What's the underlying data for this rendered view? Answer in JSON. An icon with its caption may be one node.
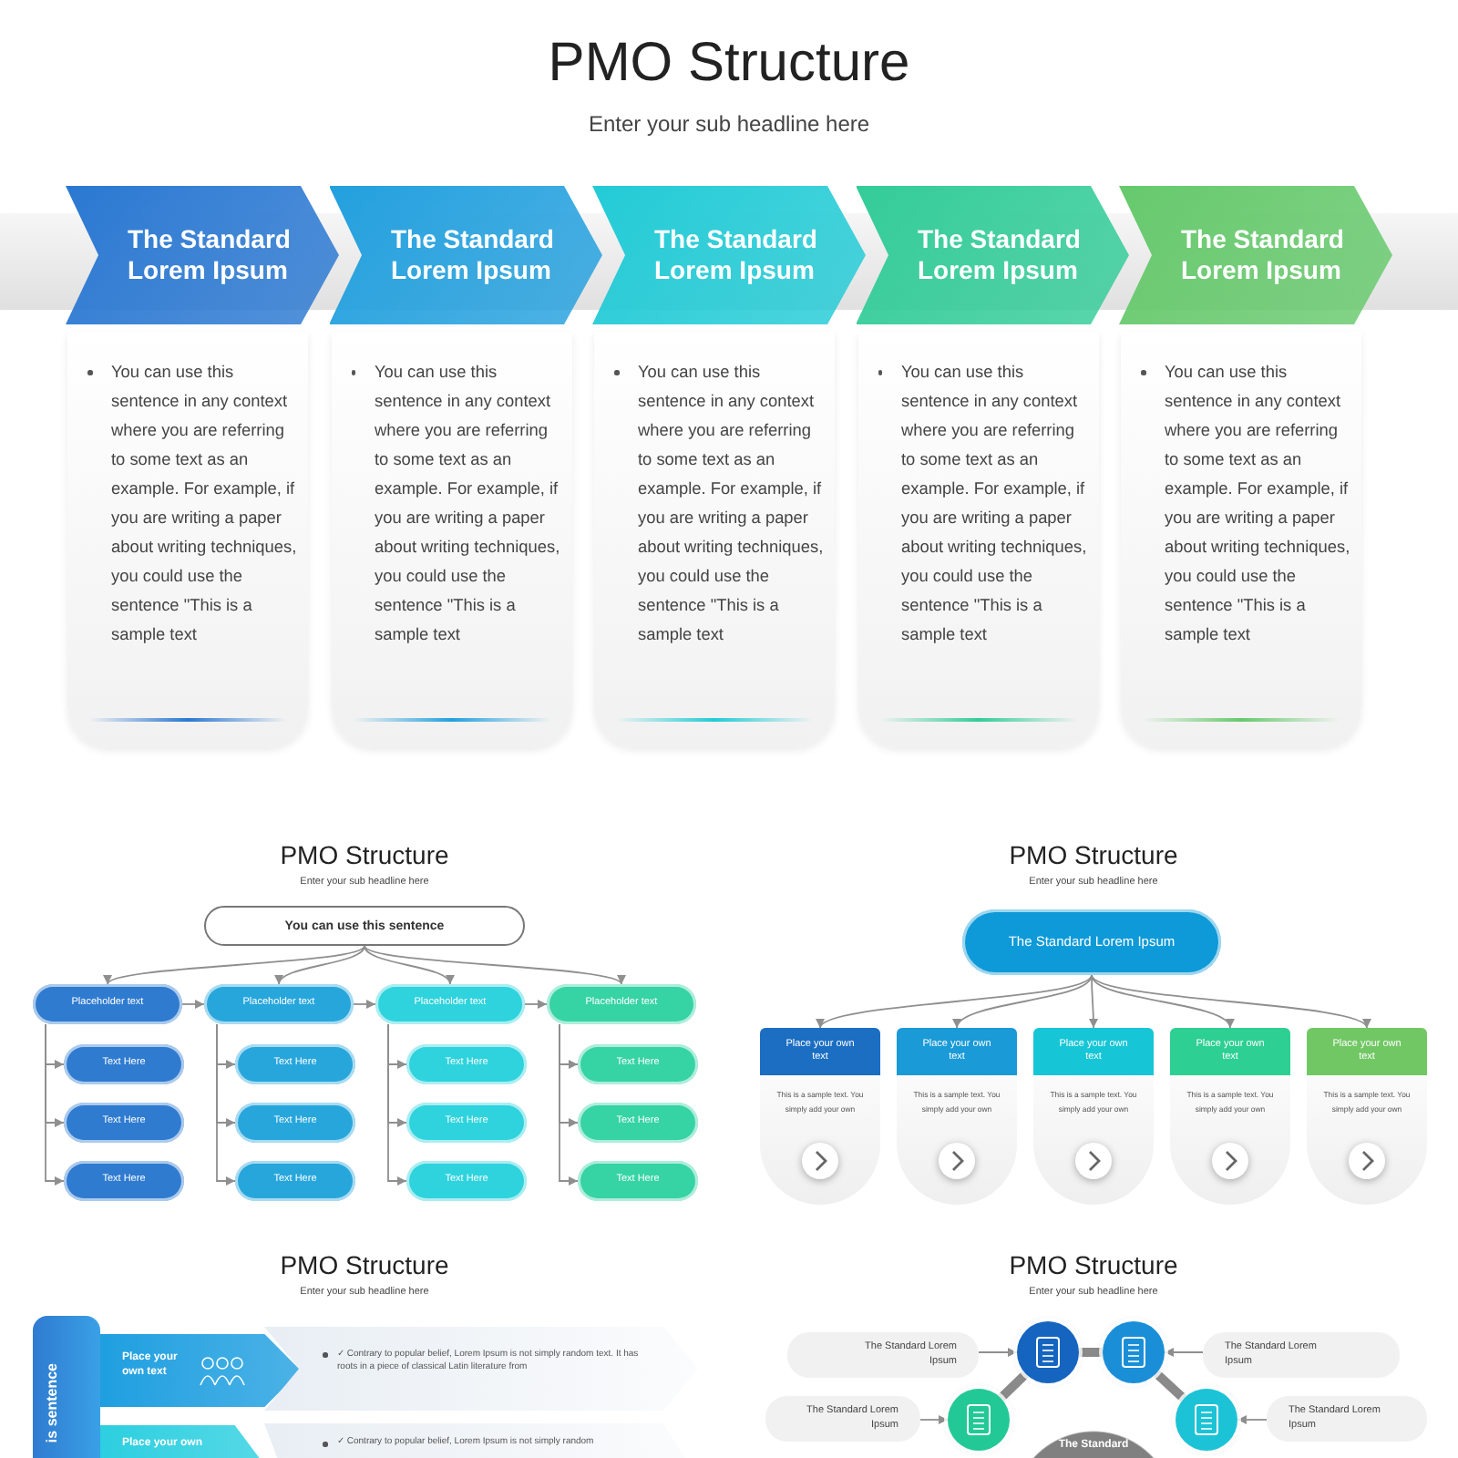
{
  "diagram": {
    "title": "PMO Structure",
    "nodes": [
      {
        "text": [
          "The Standard Lorem Ipsum"
        ]
      },
      {
        "text": [
          "The Standard Lorem Ipsum"
        ]
      },
      {
        "text": [
          "The Standard Lorem Ipsum"
        ]
      },
      {
        "text": [
          "The Standard Lorem Ipsum"
        ]
      },
      {
        "text": [
          "The Standard Lorem Ipsum"
        ]
      },
      {
        "text": [
          "You can use this sentence in any context where you are referring to some text as an example. For example, if you are writing a paper about writing techniques, you could use the sentence \"This is a sample text"
        ]
      },
      {
        "text": [
          "You can use this sentence in any context where you are referring to some text as an example. For example, if you are writing a paper about writing techniques, you could use the sentence \"This is a sample text"
        ]
      },
      {
        "text": [
          "You can use this sentence in any context where you are referring to some text as an example. For example, if you are writing a paper about writing techniques, you could use the sentence \"This is a sample text"
        ]
      },
      {
        "text": [
          "You can use this sentence in any context where you are referring to some text as an example. For example, if you are writing a paper about writing techniques, you could use the sentence \"This is a sample text"
        ]
      },
      {
        "text": [
          "You can use this sentence in any context where you are referring to some text as an example. For example, if you are writing a paper about writing techniques, you could use the sentence \"This is a sample text"
        ]
      },
      {
        "text": [
          "You can use this sentence"
        ]
      },
      {
        "text": [
          "Placeholder text"
        ]
      },
      {
        "text": [
          "Placeholder text"
        ]
      },
      {
        "text": [
          "Placeholder text"
        ]
      },
      {
        "text": [
          "Placeholder text"
        ]
      },
      {
        "text": [
          "Text Here"
        ]
      },
      {
        "text": [
          "Text Here"
        ]
      },
      {
        "text": [
          "Text Here"
        ]
      },
      {
        "text": [
          "Text Here"
        ]
      },
      {
        "text": [
          "Text Here"
        ]
      },
      {
        "text": [
          "Text Here"
        ]
      },
      {
        "text": [
          "Text Here"
        ]
      },
      {
        "text": [
          "Text Here"
        ]
      },
      {
        "text": [
          "Text Here"
        ]
      },
      {
        "text": [
          "Text Here"
        ]
      },
      {
        "text": [
          "Text Here"
        ]
      },
      {
        "text": [
          "Text Here"
        ]
      },
      {
        "text": [
          "The Standard Lorem Ipsum"
        ]
      },
      {
        "text": [
          "Place your own text",
          "This is a sample text. You simply add your own"
        ]
      },
      {
        "text": [
          "Place your own text",
          "This is a sample text. You simply add your own"
        ]
      },
      {
        "text": [
          "Place your own text",
          "This is a sample text. You simply add your own"
        ]
      },
      {
        "text": [
          "Place your own text",
          "This is a sample text. You simply add your own"
        ]
      },
      {
        "text": [
          "Place your own text",
          "This is a sample text. You simply add your own"
        ]
      },
      {
        "text": [
          "is sentence"
        ]
      },
      {
        "text": [
          "Place your own text"
        ]
      },
      {
        "text": [
          "✓ Contrary to popular belief, Lorem Ipsum is not simply random text. It has roots in a piece of classical Latin literature from"
        ]
      },
      {
        "text": [
          "Place your own"
        ]
      },
      {
        "text": [
          "✓ Contrary to popular belief, Lorem Ipsum is not simply random"
        ]
      },
      {
        "text": [
          "The Standard Lorem Ipsum"
        ]
      },
      {
        "text": [
          "The Standard Lorem Ipsum"
        ]
      },
      {
        "text": [
          "The Standard Lorem Ipsum"
        ]
      },
      {
        "text": [
          "The Standard Lorem Ipsum"
        ]
      },
      {
        "text": [],
        "shape": "circle"
      },
      {
        "text": [],
        "shape": "circle"
      },
      {
        "text": [],
        "shape": "circle"
      },
      {
        "text": [],
        "shape": "circle"
      },
      {
        "text": [
          "The Standard"
        ]
      }
    ],
    "edges": [
      {
        "from": 10,
        "to": 11,
        "arrow": "to"
      },
      {
        "from": 10,
        "to": 12,
        "arrow": "to"
      },
      {
        "from": 10,
        "to": 13,
        "arrow": "to"
      },
      {
        "from": 10,
        "to": 14,
        "arrow": "to"
      },
      {
        "from": 11,
        "to": 12,
        "arrow": "to"
      },
      {
        "from": 12,
        "to": 13,
        "arrow": "to"
      },
      {
        "from": 13,
        "to": 14,
        "arrow": "to"
      },
      {
        "from": 11,
        "to": 15,
        "arrow": "to"
      },
      {
        "from": 11,
        "to": 16,
        "arrow": "to"
      },
      {
        "from": 11,
        "to": 17,
        "arrow": "to"
      },
      {
        "from": 12,
        "to": 18,
        "arrow": "to"
      },
      {
        "from": 12,
        "to": 19,
        "arrow": "to"
      },
      {
        "from": 12,
        "to": 20,
        "arrow": "to"
      },
      {
        "from": 13,
        "to": 21,
        "arrow": "to"
      },
      {
        "from": 13,
        "to": 22,
        "arrow": "to"
      },
      {
        "from": 13,
        "to": 23,
        "arrow": "to"
      },
      {
        "from": 14,
        "to": 24,
        "arrow": "to"
      },
      {
        "from": 14,
        "to": 25,
        "arrow": "to"
      },
      {
        "from": 14,
        "to": 26,
        "arrow": "to"
      },
      {
        "from": 27,
        "to": 28,
        "arrow": "to"
      },
      {
        "from": 27,
        "to": 29,
        "arrow": "to"
      },
      {
        "from": 27,
        "to": 30,
        "arrow": "to"
      },
      {
        "from": 27,
        "to": 31,
        "arrow": "to"
      },
      {
        "from": 27,
        "to": 32,
        "arrow": "to"
      },
      {
        "from": 38,
        "to": 42,
        "arrow": "to"
      },
      {
        "from": 39,
        "to": 43,
        "arrow": "to"
      },
      {
        "from": 40,
        "to": 44,
        "arrow": "to"
      },
      {
        "from": 41,
        "to": 45,
        "arrow": "to"
      },
      {
        "from": 42,
        "to": 43,
        "arrow": "none",
        "style": "thick"
      },
      {
        "from": 42,
        "to": 44,
        "arrow": "none",
        "style": "thick"
      },
      {
        "from": 43,
        "to": 45,
        "arrow": "none",
        "style": "thick"
      }
    ],
    "labels": [
      "Enter your sub headline here",
      "PMO Structure",
      "Enter your sub headline here",
      "PMO Structure",
      "Enter your sub headline here",
      "PMO Structure",
      "Enter your sub headline here",
      "PMO Structure",
      "Enter your sub headline here"
    ]
  }
}
